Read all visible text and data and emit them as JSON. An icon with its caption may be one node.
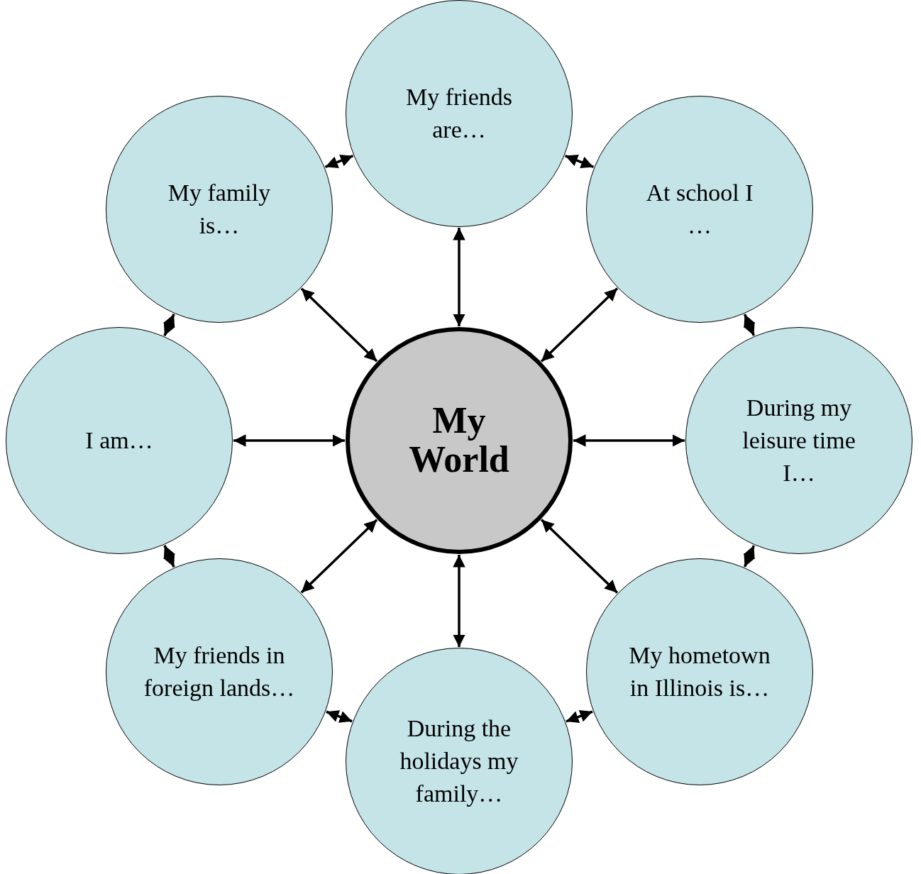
{
  "diagram": {
    "nodes": [
      {
        "text": [
          "My World"
        ]
      },
      {
        "text": [
          "My friends are…"
        ]
      },
      {
        "text": [
          "At school I …"
        ]
      },
      {
        "text": [
          "During my leisure time I…"
        ]
      },
      {
        "text": [
          "My hometown in Illinois is…"
        ]
      },
      {
        "text": [
          "During the holidays my family…"
        ]
      },
      {
        "text": [
          "My friends in foreign lands…"
        ]
      },
      {
        "text": [
          "I am…"
        ]
      },
      {
        "text": [
          "My family is…"
        ]
      }
    ],
    "edges": [
      {
        "from": 0,
        "to": 1,
        "arrow": "both"
      },
      {
        "from": 0,
        "to": 2,
        "arrow": "both"
      },
      {
        "from": 0,
        "to": 3,
        "arrow": "both"
      },
      {
        "from": 0,
        "to": 4,
        "arrow": "both"
      },
      {
        "from": 0,
        "to": 5,
        "arrow": "both"
      },
      {
        "from": 0,
        "to": 6,
        "arrow": "both"
      },
      {
        "from": 0,
        "to": 7,
        "arrow": "both"
      },
      {
        "from": 0,
        "to": 8,
        "arrow": "both"
      },
      {
        "from": 8,
        "to": 1,
        "arrow": "both"
      },
      {
        "from": 1,
        "to": 2,
        "arrow": "both"
      },
      {
        "from": 2,
        "to": 3,
        "arrow": "both"
      },
      {
        "from": 3,
        "to": 4,
        "arrow": "both"
      },
      {
        "from": 4,
        "to": 5,
        "arrow": "both"
      },
      {
        "from": 5,
        "to": 6,
        "arrow": "both"
      },
      {
        "from": 6,
        "to": 7,
        "arrow": "both"
      },
      {
        "from": 7,
        "to": 8,
        "arrow": "both"
      }
    ]
  }
}
